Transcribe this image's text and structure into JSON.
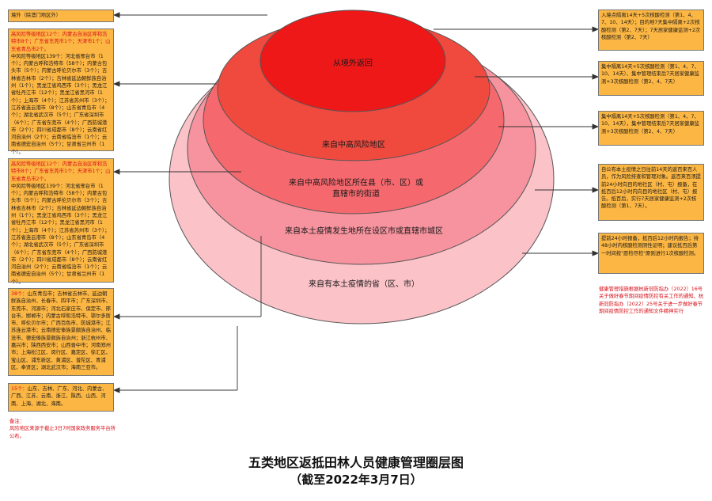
{
  "boxes_left": {
    "overseas": "境外（除澳门地区外）",
    "b2_red": "高风险等级地区12个：内蒙古自治区呼和浩特市8个；广东省东莞市1个；天津市1个；山东省青岛市2个。",
    "b2_black": "中风险等级地区139个：河北省邢台市（1个）；内蒙古呼和浩特市（58个）；内蒙古包头市（5个）；内蒙古呼伦贝尔市（3个）；吉林省吉林市（2个）；吉林省延边朝鲜族自治州（1个）；黑龙江省鸡西市（3个）；黑龙江省牡丹江市（12个）；黑龙江省黑河市（1个）；上海市（4个）；江苏省苏州市（3个）；江苏省连云港市（8个）；山东省青岛市（4个）；湖北省武汉市（5个）；广东省深圳市（6个）；广东省东莞市（4个）；广西防城港市（2个）；四川省成都市（8个）；云南省红河自治州（2个）；云南省临沧市（1个）；云南省德宏自治州（5个）；甘肃省兰州市（1个）。",
    "b3_red": "高风险等级地区12个：内蒙古自治区呼和浩特市8个；广东省东莞市1个；天津市1个；山东省青岛市2个。",
    "b3_black": "中风险等级地区139个：河北省邢台市（1个）；内蒙古呼和浩特市（58个）；内蒙古包头市（5个）；内蒙古呼伦贝尔市（3个）；吉林省吉林市（2个）；吉林省延边朝鲜族自治州（1个）；黑龙江省鸡西市（3个）；黑龙江省牡丹江市（12个）；黑龙江省黑河市（1个）；上海市（4个）；江苏省苏州市（3个）；江苏省连云港市（8个）；山东省青岛市（4个）；湖北省武汉市（5个）；广东省深圳市（6个）；广东省东莞市（4个）；广西防城港市（2个）；四川省成都市（8个）；云南省红河自治州（2个）；云南省临沧市（1个）；云南省德宏自治州（5个）；甘肃省兰州市（1个）。",
    "b4_red": "38个：",
    "b4_black": "山东青岛市；吉林省吉林市、延边朝鲜族自治州、长春市、四平市；广东深圳市、东莞市、河源市；河北石家庄市、保定市、邢台市、邯郸市；内蒙古呼和浩特市、鄂尔多斯市、呼伦贝尔市；广西百色市、防城港市；江苏连云港市；云南德宏傣族景颇族自治州、临沧市、德宏傣族景颇族自治州；浙江杭州市、嘉兴市；陕西西安市；山西晋中市；河南郑州市；上海松江区、闵行区、嘉定区、徐汇区、宝山区、浦东新区、黄浦区、普陀区、青浦区、奉贤区；湖北武汉市；海南三亚市。",
    "b5_red": "15个：",
    "b5_black": "山东、吉林、广东、河北、内蒙古、广西、江苏、云南、浙江、陕西、山西、河南、上海、湖北、海南。"
  },
  "boxes_right": {
    "r1": "入境点隔离14天+5次核酸检测（第1、4、7、10、14天）；目的地7天集中隔离+2次核酸检测（第2、7天）；7天居家健康监测+2次核酸检测（第2、7天）",
    "r2": "集中隔离14天+5次核酸检测（第1、4、7、10、14天）、集中管理结束后7天居家健康监测+3次核酸检测（第2、4、7天）",
    "r3": "集中隔离14天+5次核酸检测（第1、4、7、10、14天），集中管理结束后7天居家健康监测+3次核酸检测（第2、4、7天）",
    "r4": "自公布本土疫情之日往前14天的返百来百人员，作为风险排查和管理对象。返百来百须提前24小时向目的地社区（村、屯）报备，在抵百后12小时内向目的地社区（村、屯）报告。抵百后，实行7天居家健康监测+2次核酸检测（第1、7天）。",
    "r5": "提前24小时报备，抵百后12小时内报告；持48小时内核酸检测阴性证明；建议抵百后第一时间按\"愿检尽检\"原则进行1次核酸检测。"
  },
  "rings": {
    "r1": "从境外返回",
    "r2": "来自中高风险地区",
    "r3a": "来自中高风险地区所在县（市、区）或",
    "r3b": "直辖市的街道",
    "r4": "来自本土疫情发生地所在设区市或直辖市城区",
    "r5": "来自有本土疫情的省（区、市）"
  },
  "policy": "健康管理措施根据杭新冠防指办〔2022〕16号关于做好春节期间疫情防控有关工作的通知、杭新冠防指办〔2022〕25号关于进一步做好春节期间疫情防控工作的通知文件精神实行",
  "note_title": "备注：",
  "note_body": "风险地区来源于截止3日7时国家政务服务平台所公布。",
  "title_line1": "五类地区返抵田林人员健康管理圈层图",
  "title_line2": "（截至2022年3月7日）",
  "colors": {
    "ring1": "#ef1818",
    "ring2": "#f04a3f",
    "ring3": "#f5696e",
    "ring4": "#f7939e",
    "ring5": "#fbc2c8",
    "box": "#fcb643",
    "accent_red": "#d8101a"
  }
}
